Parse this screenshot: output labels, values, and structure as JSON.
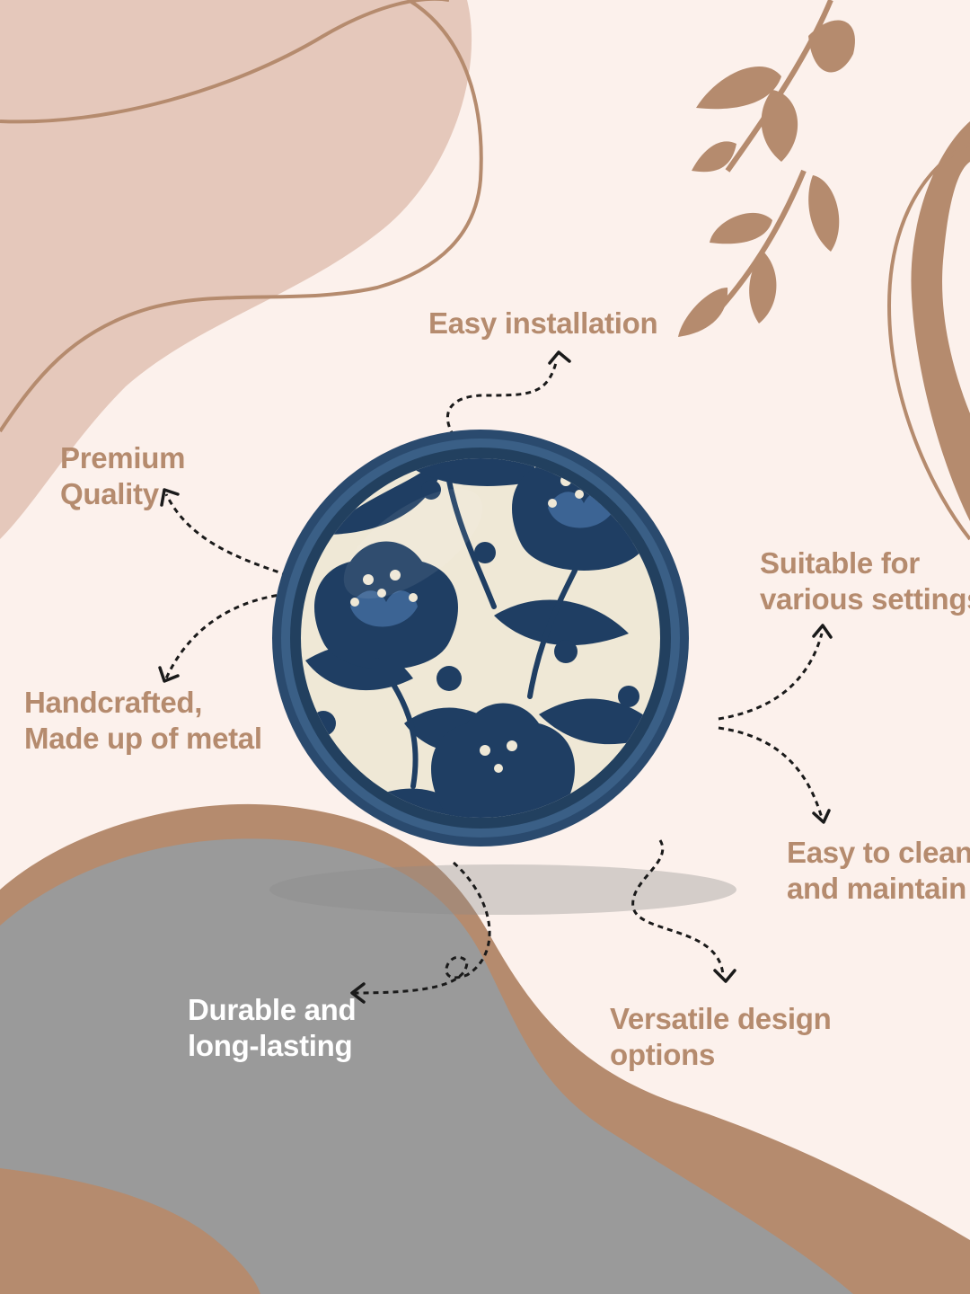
{
  "features": {
    "easy_installation": [
      "Easy installation"
    ],
    "premium_quality": [
      "Premium",
      "Quality"
    ],
    "suitable_for_settings": [
      "Suitable for",
      "various settings"
    ],
    "handcrafted_metal": [
      "Handcrafted,",
      "Made up of metal"
    ],
    "easy_to_clean": [
      "Easy to clean",
      "and maintain"
    ],
    "durable": [
      "Durable and",
      "long-lasting"
    ],
    "versatile_design": [
      "Versatile design",
      "options"
    ]
  },
  "colors": {
    "background": "#fcf1ec",
    "blob_pink": "#e5c8bb",
    "blob_tan": "#b58b6e",
    "blob_gray": "#9a9a9a",
    "label_brown": "#b58b6e",
    "label_white": "#ffffff",
    "plate_blue": "#1f3e63",
    "plate_cream": "#efe8d6"
  },
  "icons": {
    "leaf_branch": "leaf-branch-icon",
    "arrows": "dotted-curved-arrow-icon",
    "plate": "floral-plate-icon"
  }
}
